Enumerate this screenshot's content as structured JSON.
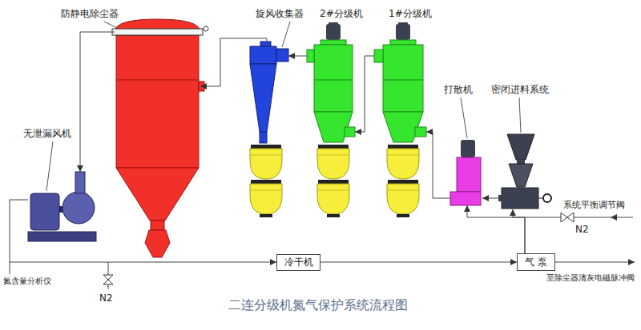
{
  "diagram": {
    "title": "二连分级机氮气保护系统流程图",
    "nodes": [
      {
        "text": [
          "防静电除尘器"
        ]
      },
      {
        "text": [
          "旋风收集器"
        ]
      },
      {
        "text": [
          "2#分级机"
        ]
      },
      {
        "text": [
          "1#分级机"
        ]
      },
      {
        "text": [
          "打散机"
        ]
      },
      {
        "text": [
          "密闭进料系统"
        ]
      },
      {
        "text": [
          "无泄漏风机"
        ]
      },
      {
        "text": [
          "冷干机"
        ]
      },
      {
        "text": [
          "气 泵"
        ]
      }
    ],
    "edges": [
      {
        "from": 1,
        "to": 0,
        "arrow": "to"
      },
      {
        "from": 0,
        "to": 6,
        "arrow": "to"
      },
      {
        "from": 6,
        "to": 7,
        "arrow": "to"
      },
      {
        "from": 7,
        "to": 8,
        "arrow": "to"
      },
      {
        "from": 8,
        "to": 4,
        "arrow": "to"
      },
      {
        "from": 8,
        "to": 5,
        "arrow": "to"
      },
      {
        "from": 5,
        "to": 4,
        "arrow": "to"
      },
      {
        "from": 4,
        "to": 3,
        "arrow": "to"
      },
      {
        "from": 3,
        "to": 2,
        "arrow": "to"
      },
      {
        "from": 2,
        "to": 1,
        "arrow": "to"
      }
    ],
    "labels": [
      "系统平衡调节阀",
      "N2",
      "至除尘器清灰电磁脉冲阀",
      "氮含量分析仪",
      "N2"
    ]
  }
}
